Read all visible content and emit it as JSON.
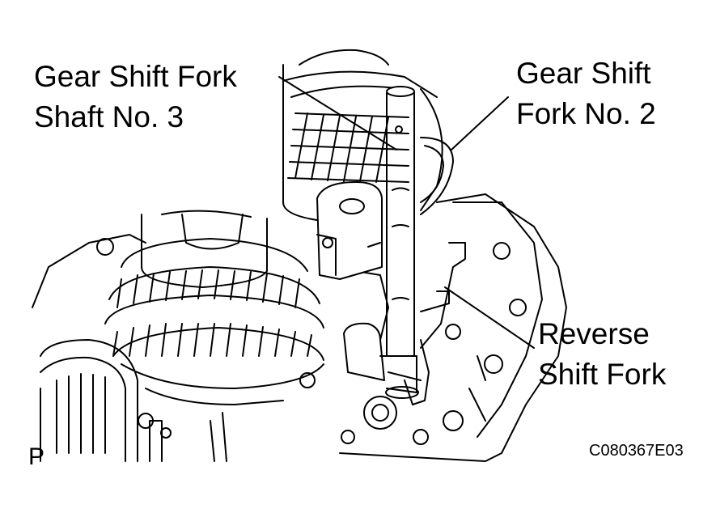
{
  "labels": {
    "shaft_no3": [
      "Gear Shift Fork",
      "Shaft No. 3"
    ],
    "fork_no2": [
      "Gear Shift",
      "Fork No. 2"
    ],
    "reverse_fork": [
      "Reverse",
      "Shift Fork"
    ]
  },
  "view_marker": "P",
  "figure_code": "C080367E03",
  "colors": {
    "ink": "#000000",
    "paper": "#ffffff"
  }
}
